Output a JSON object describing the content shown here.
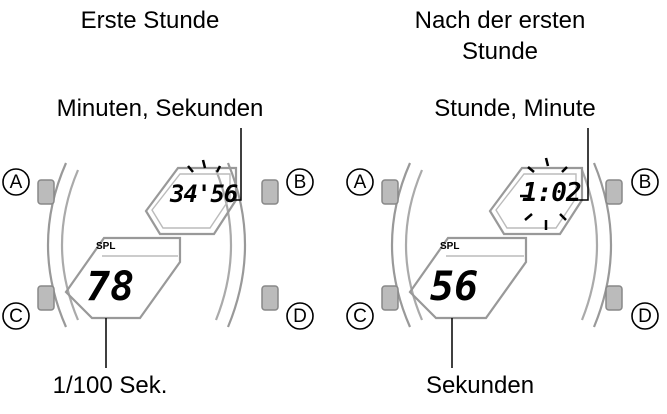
{
  "left": {
    "title": "Erste Stunde",
    "top_label": "Minuten, Sekunden",
    "bottom_label": "1/100 Sek.",
    "upper_display": "34'56",
    "spl": "SPL",
    "lower_display": "78"
  },
  "right": {
    "title_line1": "Nach der ersten",
    "title_line2": "Stunde",
    "top_label": "Stunde, Minute",
    "bottom_label": "Sekunden",
    "upper_display": "1:02",
    "spl": "SPL",
    "lower_display": "56"
  },
  "buttons": {
    "a": "A",
    "b": "B",
    "c": "C",
    "d": "D"
  },
  "icons": [
    "flash-rays-icon",
    "watch-button-icon"
  ]
}
